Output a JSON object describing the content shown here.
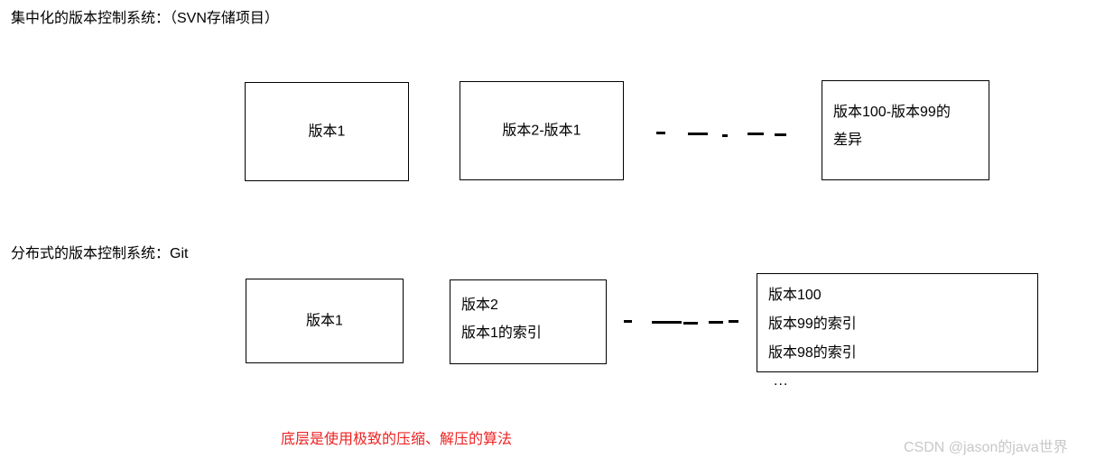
{
  "page": {
    "background": "#ffffff",
    "text_color": "#000000",
    "accent_red": "#ee2222",
    "watermark_color": "#c8c8c8"
  },
  "sections": {
    "centralized": {
      "heading": "集中化的版本控制系统：（SVN存储项目）",
      "boxes": [
        {
          "name": "version-1",
          "text": "版本1",
          "align": "center"
        },
        {
          "name": "version-2-minus-1",
          "text": "版本2-版本1",
          "align": "center"
        },
        {
          "name": "version-100-diff",
          "text": "版本100-版本99的\n差异",
          "align": "left"
        }
      ],
      "connector": "dashed-line"
    },
    "distributed": {
      "heading": "分布式的版本控制系统：Git",
      "boxes": [
        {
          "name": "version-1",
          "text": "版本1",
          "align": "center"
        },
        {
          "name": "version-2-index",
          "text": "版本2\n版本1的索引",
          "align": "left"
        },
        {
          "name": "version-100-index",
          "text": "版本100\n版本99的索引\n版本98的索引",
          "align": "left"
        }
      ],
      "connector": "dashed-line",
      "ellipsis": "..."
    }
  },
  "footer": {
    "note": "底层是使用极致的压缩、解压的算法",
    "note_color": "#ee2222"
  },
  "watermark": {
    "text": "CSDN @jason的java世界"
  }
}
